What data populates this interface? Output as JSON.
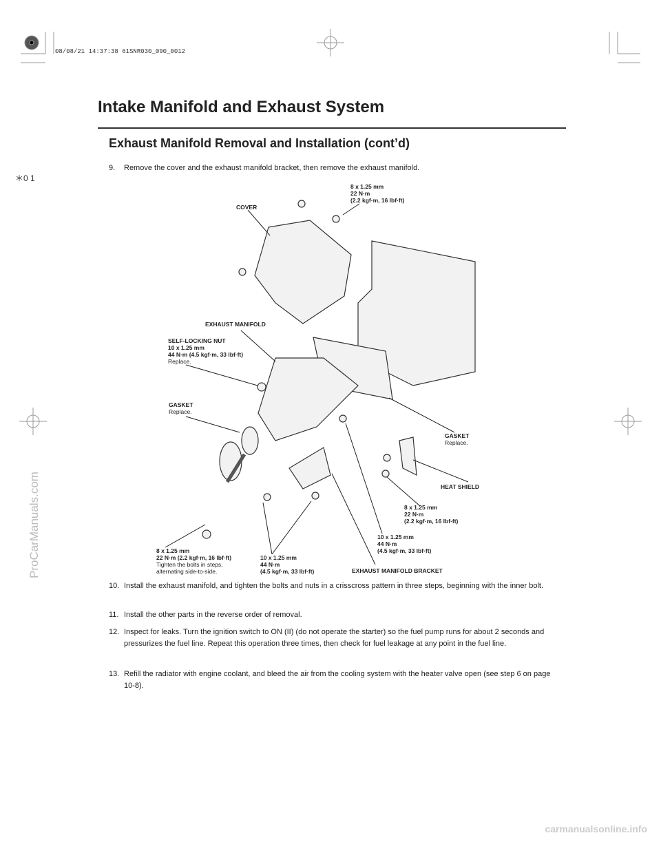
{
  "header": {
    "stamp": "08/08/21 14:37:38 61SNR030_090_0012",
    "marker": "＊0 1"
  },
  "title": "Intake Manifold and Exhaust System",
  "subtitle": "Exhaust Manifold Removal and Installation (cont’d)",
  "steps": [
    {
      "num": "9.",
      "text": "Remove the cover and the exhaust manifold bracket, then remove the exhaust manifold."
    },
    {
      "num": "10.",
      "text": "Install the exhaust manifold, and tighten the bolts and nuts in a crisscross pattern in three steps, beginning with the inner bolt."
    },
    {
      "num": "11.",
      "text": "Install the other parts in the reverse order of removal."
    },
    {
      "num": "12.",
      "text": "Inspect for leaks. Turn the ignition switch to ON (II) (do not operate the starter) so the fuel pump runs for about 2 seconds and pressurizes the fuel line. Repeat this operation three times, then check for fuel leakage at any point in the fuel line."
    },
    {
      "num": "13.",
      "text": "Refill the radiator with engine coolant, and bleed the air from the cooling system with the heater valve open (see step 6 on page 10-8)."
    }
  ],
  "labels": {
    "cover": "COVER",
    "top_bolt": {
      "l1": "8 x 1.25 mm",
      "l2": "22 N·m",
      "l3": "(2.2 kgf·m, 16 lbf·ft)"
    },
    "exhaust_manifold": "EXHAUST MANIFOLD",
    "nut": {
      "l1": "SELF-LOCKING NUT",
      "l2": "10 x 1.25 mm",
      "l3": "44 N·m (4.5 kgf·m, 33 lbf·ft)",
      "note": "Replace."
    },
    "gasket_left": {
      "l1": "GASKET",
      "note": "Replace."
    },
    "gasket_right": {
      "l1": "GASKET",
      "note": "Replace."
    },
    "heat_shield": "HEAT SHIELD",
    "hs_bolt": {
      "l1": "8 x 1.25 mm",
      "l2": "22 N·m",
      "l3": "(2.2 kgf·m, 16 lbf·ft)"
    },
    "mid_bolt": {
      "l1": "10 x 1.25 mm",
      "l2": "44 N·m",
      "l3": "(4.5 kgf·m, 33 lbf·ft)"
    },
    "spring_bolt": {
      "l1": "8 x 1.25 mm",
      "l2": "22 N·m (2.2 kgf·m, 16 lbf·ft)",
      "n1": "Tighten the bolts in steps,",
      "n2": "alternating side-to-side."
    },
    "bracket_bolt": {
      "l1": "10 x 1.25 mm",
      "l2": "44 N·m",
      "l3": "(4.5 kgf·m, 33 lbf·ft)"
    },
    "bracket": "EXHAUST MANIFOLD BRACKET"
  },
  "watermark": "ProCarManuals.com",
  "footer": "carmanualsonline.info"
}
